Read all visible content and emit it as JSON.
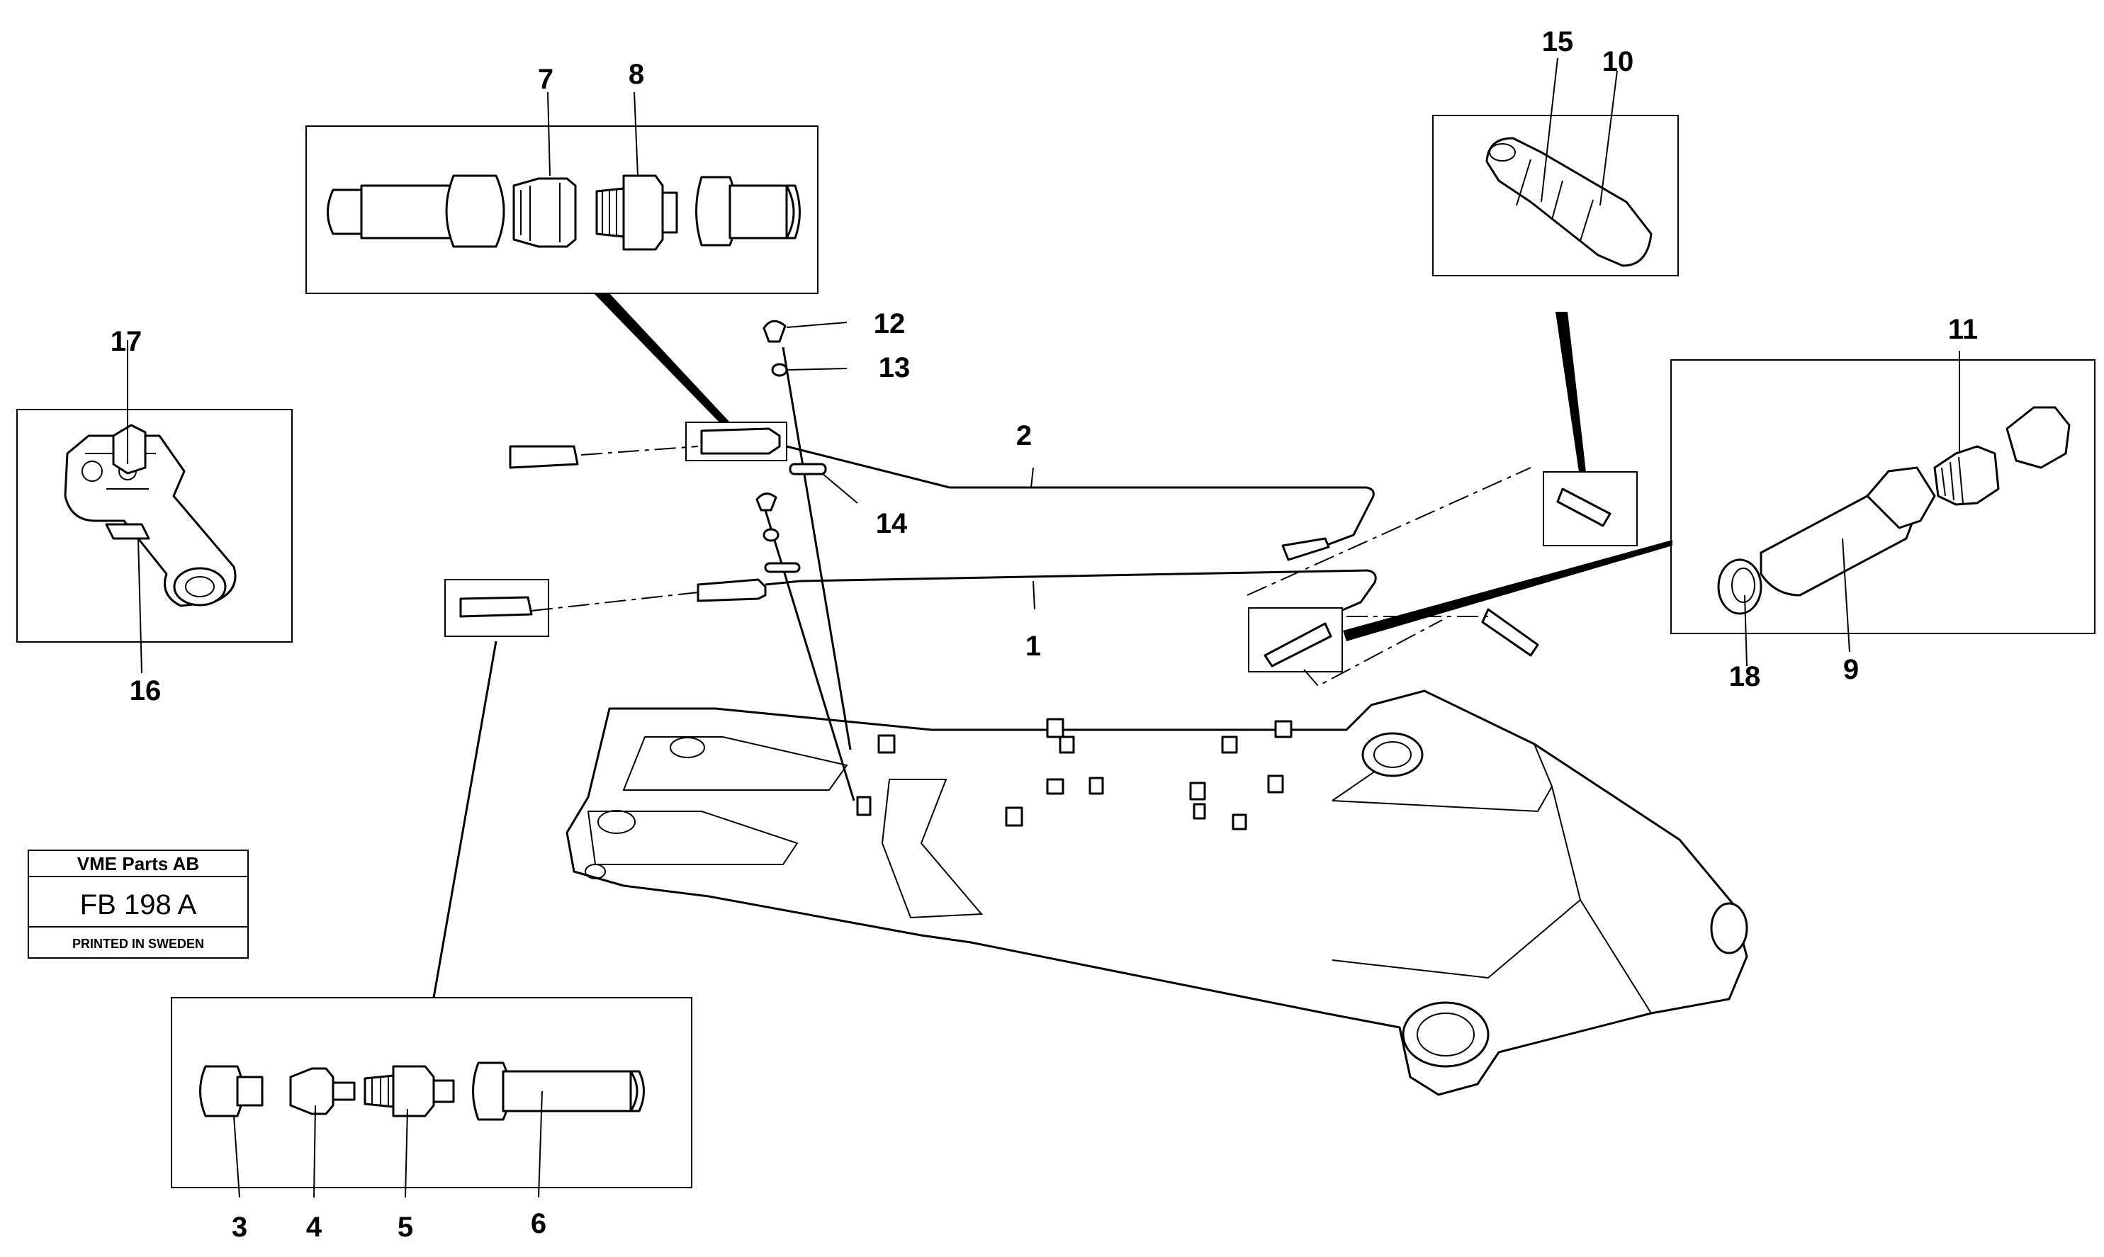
{
  "stamp": {
    "company": "VME Parts AB",
    "drawing_code": "FB 198 A",
    "footer": "PRINTED IN SWEDEN"
  },
  "callouts": {
    "c1": "1",
    "c2": "2",
    "c3": "3",
    "c4": "4",
    "c5": "5",
    "c6": "6",
    "c7": "7",
    "c8": "8",
    "c9": "9",
    "c10": "10",
    "c11": "11",
    "c12": "12",
    "c13": "13",
    "c14": "14",
    "c15": "15",
    "c16": "16",
    "c17": "17",
    "c18": "18"
  }
}
